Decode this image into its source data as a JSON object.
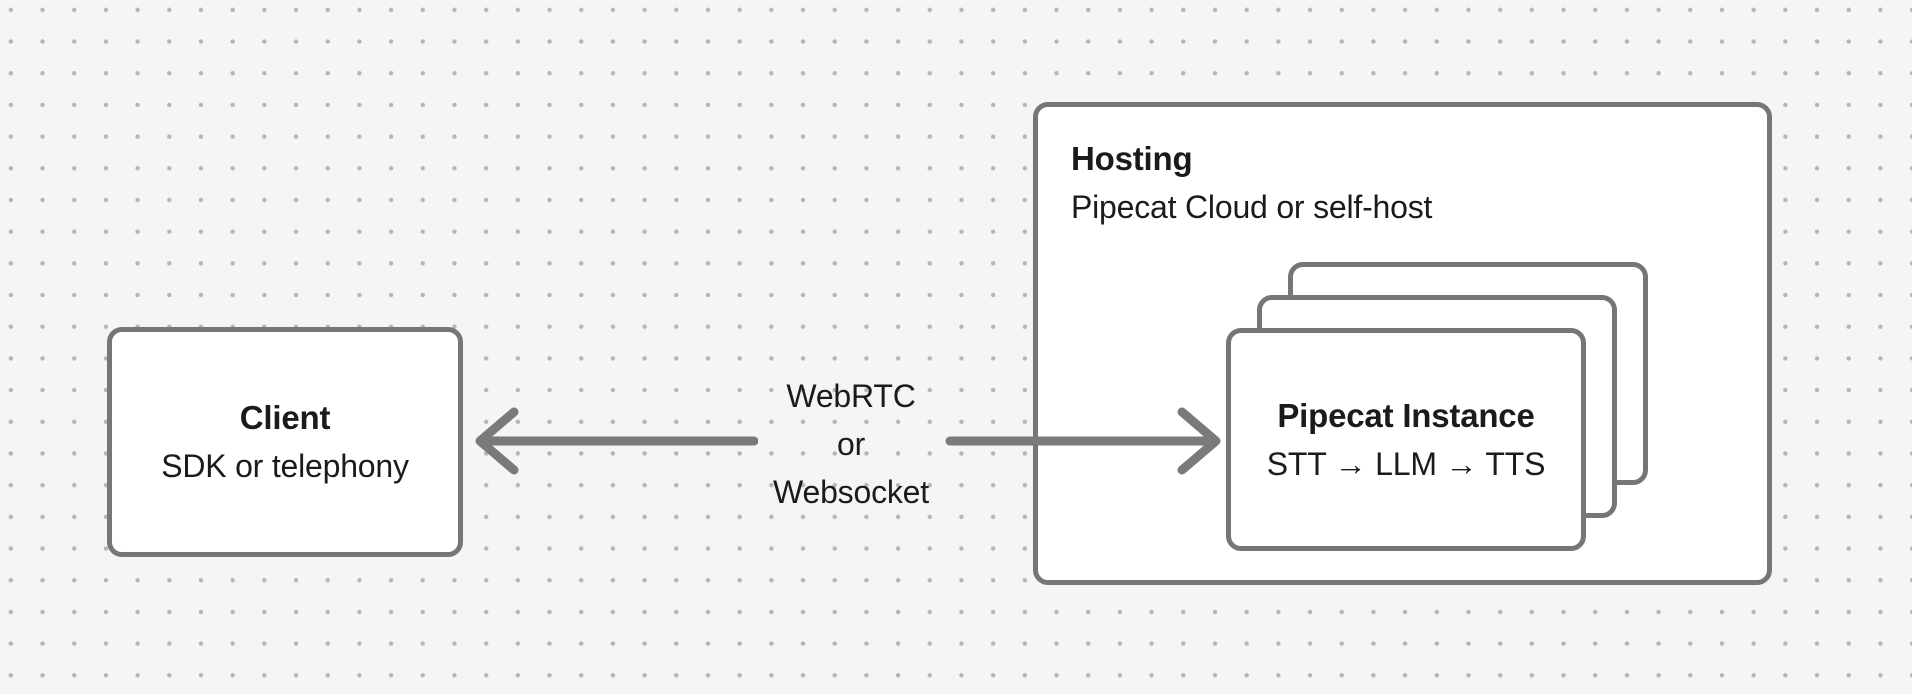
{
  "client_box": {
    "title": "Client",
    "subtitle": "SDK or telephony"
  },
  "connection_label": {
    "line1": "WebRTC",
    "line2": "or",
    "line3": "Websocket"
  },
  "hosting_box": {
    "title": "Hosting",
    "subtitle": "Pipecat Cloud or self-host",
    "instance_card": {
      "title": "Pipecat Instance",
      "subtitle": "STT → LLM → TTS"
    }
  },
  "colors": {
    "background": "#f5f5f3",
    "dot": "#b5b5b5",
    "border": "#767676",
    "arrow": "#7a7a7a",
    "text": "#1b1b1b",
    "box_fill": "#ffffff"
  }
}
